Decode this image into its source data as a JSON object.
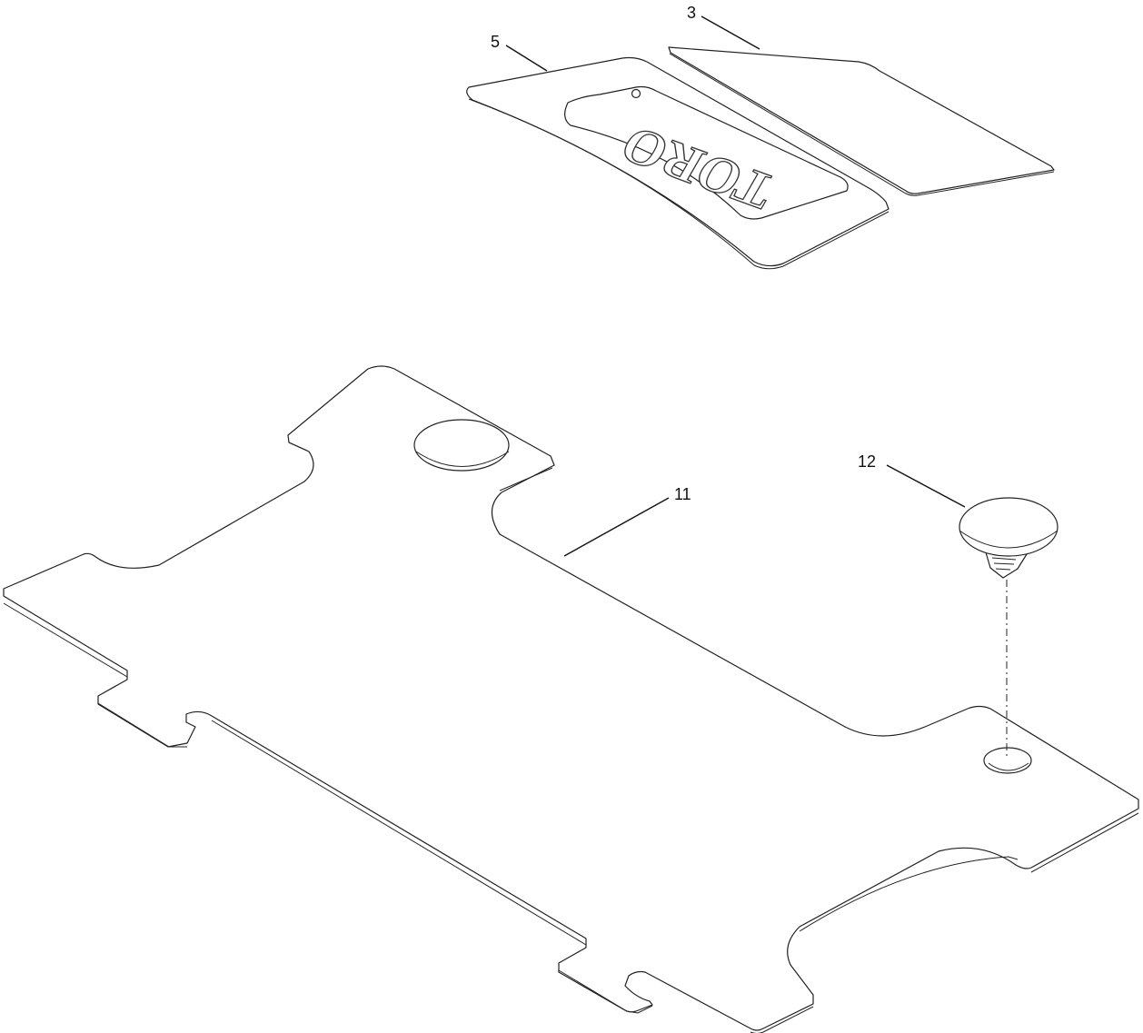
{
  "callouts": {
    "label_3": "3",
    "label_5": "5",
    "label_11": "11",
    "label_12": "12"
  },
  "decal": {
    "logo_text": "TORO"
  }
}
